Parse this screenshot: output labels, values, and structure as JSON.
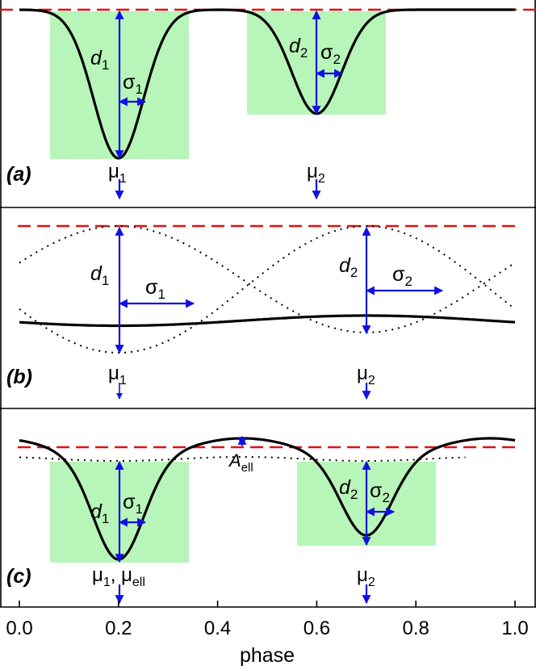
{
  "colors": {
    "curve": "#000000",
    "continuum": "#e01010",
    "arrow": "#1010e0",
    "box": "#b8f5b8",
    "frame": "#000000"
  },
  "axis": {
    "xlabel": "phase",
    "xlim": [
      0.0,
      1.0
    ],
    "ticks": [
      "0.0",
      "0.2",
      "0.4",
      "0.6",
      "0.8",
      "1.0"
    ]
  },
  "panels": [
    {
      "id": "a",
      "label": "(a)",
      "d1": "1",
      "d2": "2",
      "sigma1": "1",
      "sigma2": "2",
      "mu1_sub": "1",
      "mu2_sub": "2",
      "mu1_phase": 0.2,
      "mu2_phase": 0.6,
      "depth1": 1.0,
      "depth2": 0.7,
      "width1": 0.05,
      "width2": 0.05
    },
    {
      "id": "b",
      "label": "(b)",
      "d1": "1",
      "d2": "2",
      "sigma1": "1",
      "sigma2": "2",
      "mu1_sub": "1",
      "mu2_sub": "2",
      "mu1_phase": 0.2,
      "mu2_phase": 0.7,
      "depth1": 1.0,
      "depth2": 0.84,
      "width1": 0.15,
      "width2": 0.15
    },
    {
      "id": "c",
      "label": "(c)",
      "d1": "1",
      "d2": "2",
      "sigma1": "1",
      "sigma2": "2",
      "mu1_sub": "1",
      "mu2_sub": "2",
      "muell_sub": "ell",
      "aell_sub": "ell",
      "aell_symbol": "A",
      "mu1_phase": 0.2,
      "mu2_phase": 0.7,
      "depth1": 1.0,
      "depth2": 0.8,
      "width1": 0.05,
      "width2": 0.05
    }
  ]
}
